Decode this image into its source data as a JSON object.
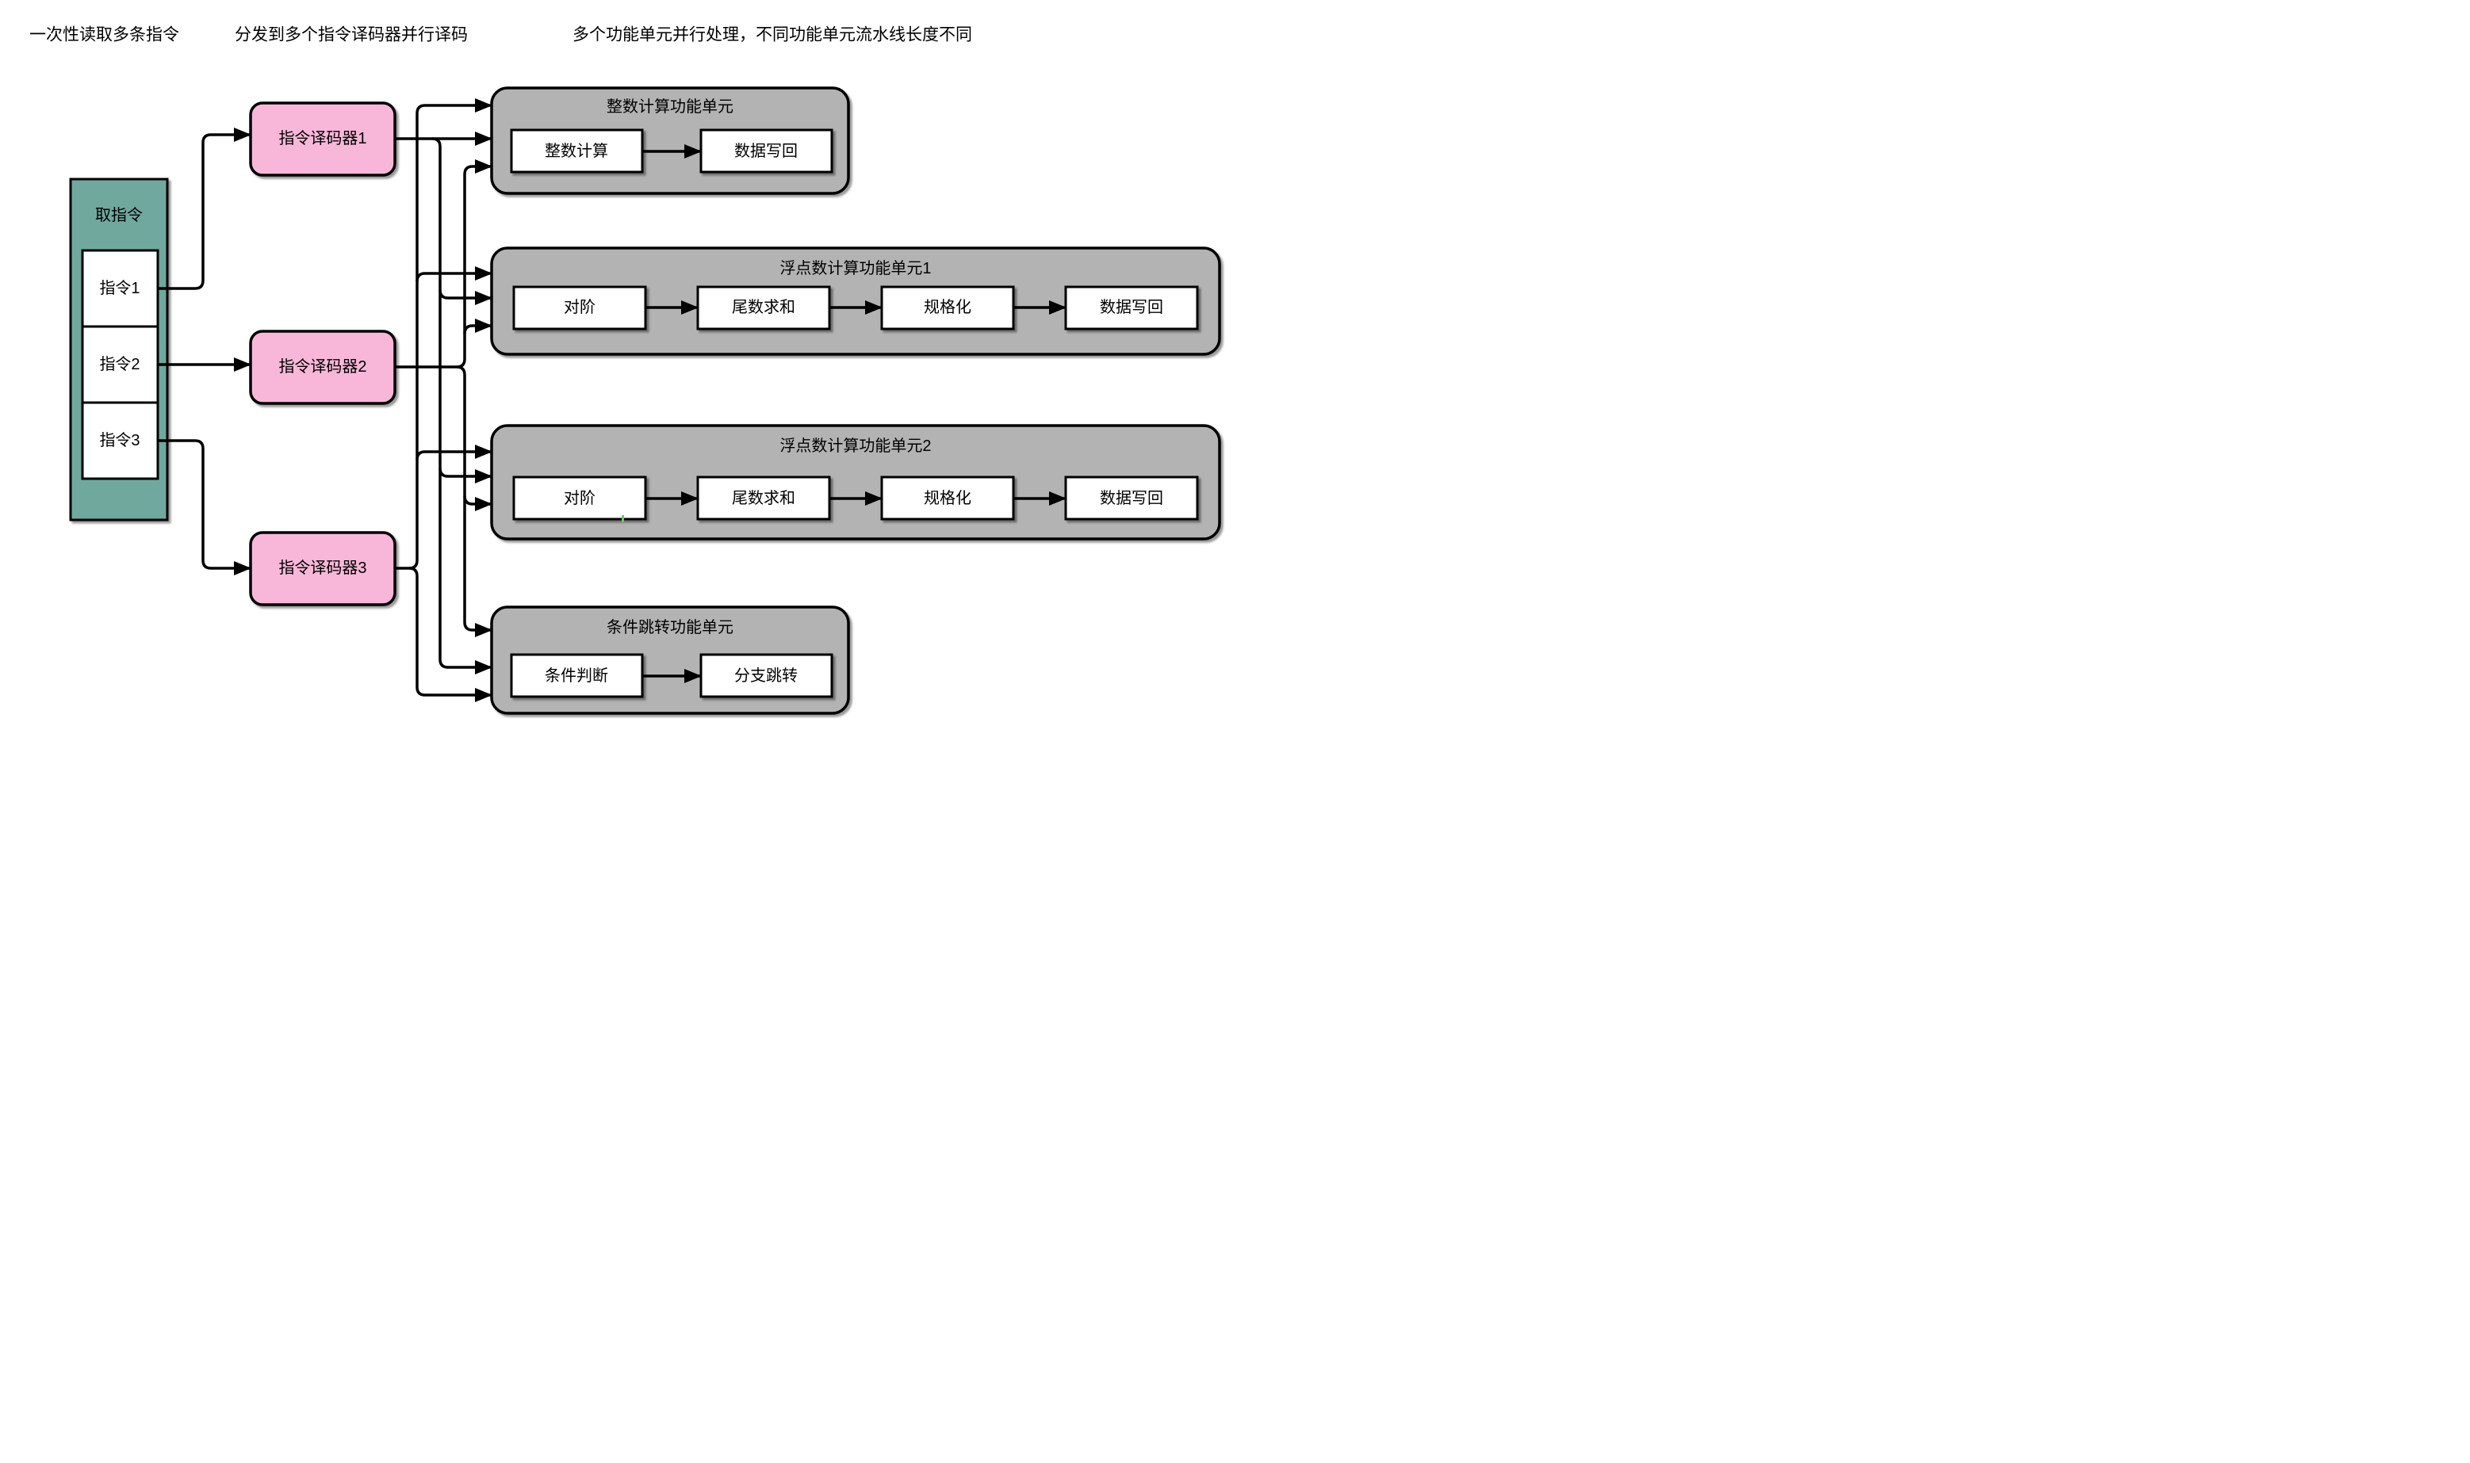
{
  "annotations": {
    "fetch_note": "一次性读取多条指令",
    "decode_note": "分发到多个指令译码器并行译码",
    "execute_note": "多个功能单元并行处理，不同功能单元流水线长度不同"
  },
  "fetch_unit": {
    "title": "取指令",
    "instructions": [
      "指令1",
      "指令2",
      "指令3"
    ]
  },
  "decoders": [
    "指令译码器1",
    "指令译码器2",
    "指令译码器3"
  ],
  "functional_units": [
    {
      "title": "整数计算功能单元",
      "stages": [
        "整数计算",
        "数据写回"
      ]
    },
    {
      "title": "浮点数计算功能单元1",
      "stages": [
        "对阶",
        "尾数求和",
        "规格化",
        "数据写回"
      ]
    },
    {
      "title": "浮点数计算功能单元2",
      "stages": [
        "对阶",
        "尾数求和",
        "规格化",
        "数据写回"
      ]
    },
    {
      "title": "条件跳转功能单元",
      "stages": [
        "条件判断",
        "分支跳转"
      ]
    }
  ],
  "colors": {
    "fetch_fill": "#70a89e",
    "decoder_fill": "#f8b7d9",
    "unit_fill": "#b3b3b3",
    "stage_fill": "#ffffff",
    "line": "#000000",
    "artifact_green": "#66cc66"
  }
}
